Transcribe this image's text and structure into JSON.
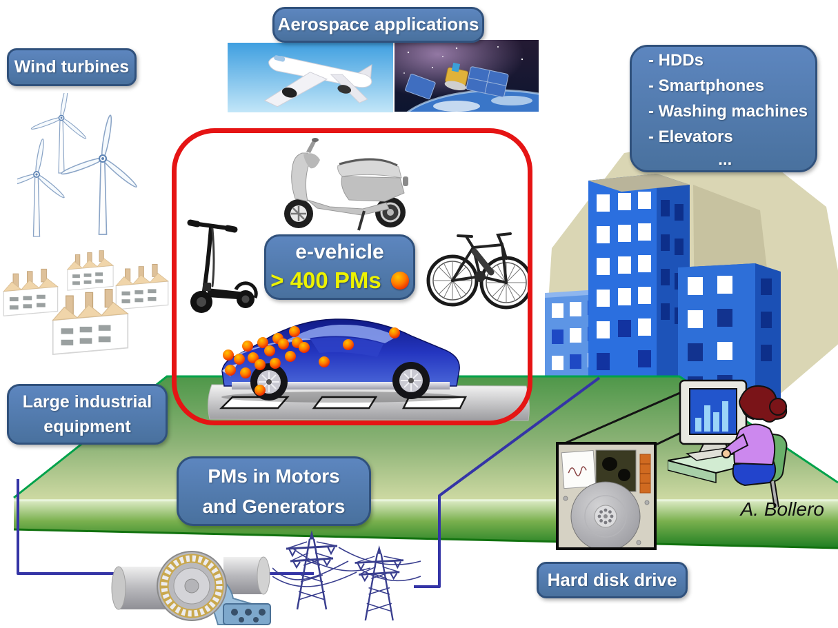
{
  "labels": {
    "wind_turbines": "Wind turbines",
    "aerospace": "Aerospace applications",
    "consumer": {
      "items": [
        "- HDDs",
        "- Smartphones",
        "- Washing machines",
        "- Elevators"
      ],
      "more": "..."
    },
    "evehicle": {
      "title": "e-vehicle",
      "count": "> 400 PMs"
    },
    "large_industrial": {
      "line1": "Large industrial",
      "line2": "equipment"
    },
    "pms_motors": {
      "line1": "PMs in Motors",
      "line2": "and Generators"
    },
    "hard_disk": "Hard disk drive",
    "author": "A. Bollero"
  },
  "colors": {
    "label_bg": "#4f7ab5",
    "label_border": "#30517c",
    "label_text": "#ffffff",
    "highlight_frame_red": "#e51414",
    "pm_count_yellow": "#edf200",
    "pm_dot_orange": "#ff8a00",
    "pm_dot_red": "#e41800",
    "platform_green": "#2e8f2e",
    "connector_blue": "#3434a6",
    "callout_black": "#141414",
    "building_blue": "#2b6fdf",
    "backdrop_beige": "#dad6b4"
  },
  "illustrations": {
    "airplane": "airplane-photo",
    "satellite": "satellite-photo",
    "wind_turbines": "wind-turbines-drawing",
    "factories": "factories-drawing",
    "kick_scooter": "kick-scooter-photo",
    "moped": "electric-scooter-photo",
    "ebike": "electric-bike-photo",
    "ev_car": "transparent-ev-car-photo",
    "pm_dots": "permanent-magnet-dots",
    "buildings": "city-buildings-clipart",
    "platform": "green-platform",
    "motor": "industrial-motor-bearing-photo",
    "towers": "power-transmission-towers-drawing",
    "hdd": "hard-disk-drive-photo",
    "person": "person-at-computer-clipart"
  }
}
